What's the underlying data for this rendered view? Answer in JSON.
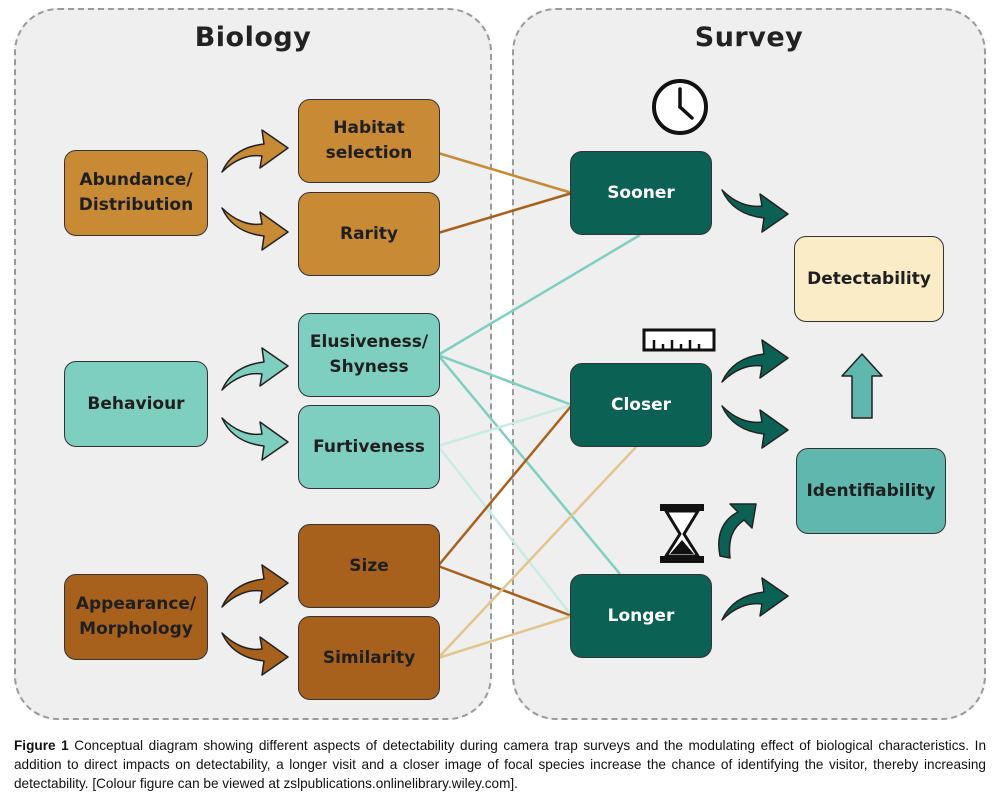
{
  "panels": {
    "biology_title": "Biology",
    "survey_title": "Survey"
  },
  "boxes": {
    "abundance": "Abundance/\nDistribution",
    "behaviour": "Behaviour",
    "appearance": "Appearance/\nMorphology",
    "habitat": "Habitat\nselection",
    "rarity": "Rarity",
    "elusiveness": "Elusiveness/\nShyness",
    "furtiveness": "Furtiveness",
    "size": "Size",
    "similarity": "Similarity",
    "sooner": "Sooner",
    "closer": "Closer",
    "longer": "Longer",
    "detectability": "Detectability",
    "identifiability": "Identifiability"
  },
  "icons": {
    "sooner": "clock-icon",
    "closer": "ruler-icon",
    "longer": "hourglass-icon"
  },
  "colors": {
    "brown_light": "#c88a35",
    "brown_dark": "#a8611c",
    "teal_light": "#7fcfc0",
    "teal_dark": "#0c6155",
    "teal_mid": "#5fb7ad",
    "cream": "#faecc7"
  },
  "caption": {
    "label": "Figure 1",
    "text": " Conceptual diagram showing different aspects of detectability during camera trap surveys and the modulating effect of biological characteristics. In addition to direct impacts on detectability, a longer visit and a closer image of focal species increase the chance of identifying the visitor, thereby increasing detectability. [Colour figure can be viewed at zslpublications.onlinelibrary.wiley.com]."
  }
}
